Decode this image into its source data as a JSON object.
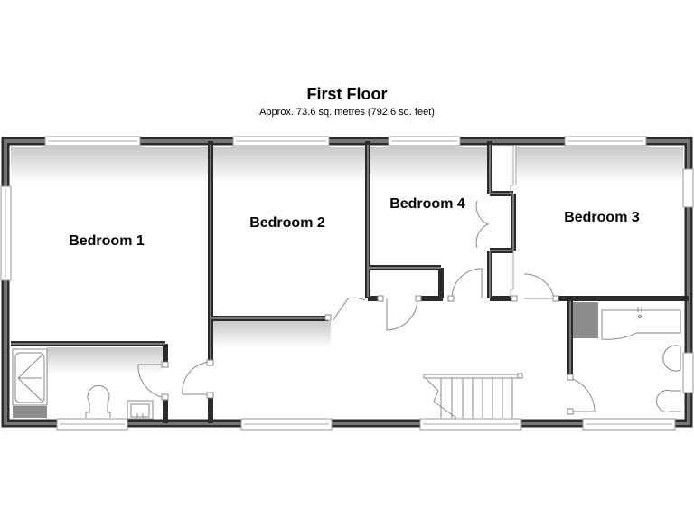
{
  "header": {
    "title": "First Floor",
    "subtitle": "Approx. 73.6 sq. metres (792.6 sq. feet)"
  },
  "rooms": [
    {
      "id": "bedroom-1",
      "label": "Bedroom 1"
    },
    {
      "id": "bedroom-2",
      "label": "Bedroom 2"
    },
    {
      "id": "bedroom-3",
      "label": "Bedroom 3"
    },
    {
      "id": "bedroom-4",
      "label": "Bedroom 4"
    }
  ],
  "colors": {
    "wall_outer": "#2b2b2b",
    "wall_inner": "#6e6e6e",
    "fixture_fill": "#8c8c8c",
    "background": "#ffffff",
    "line": "#8a8a8a"
  }
}
